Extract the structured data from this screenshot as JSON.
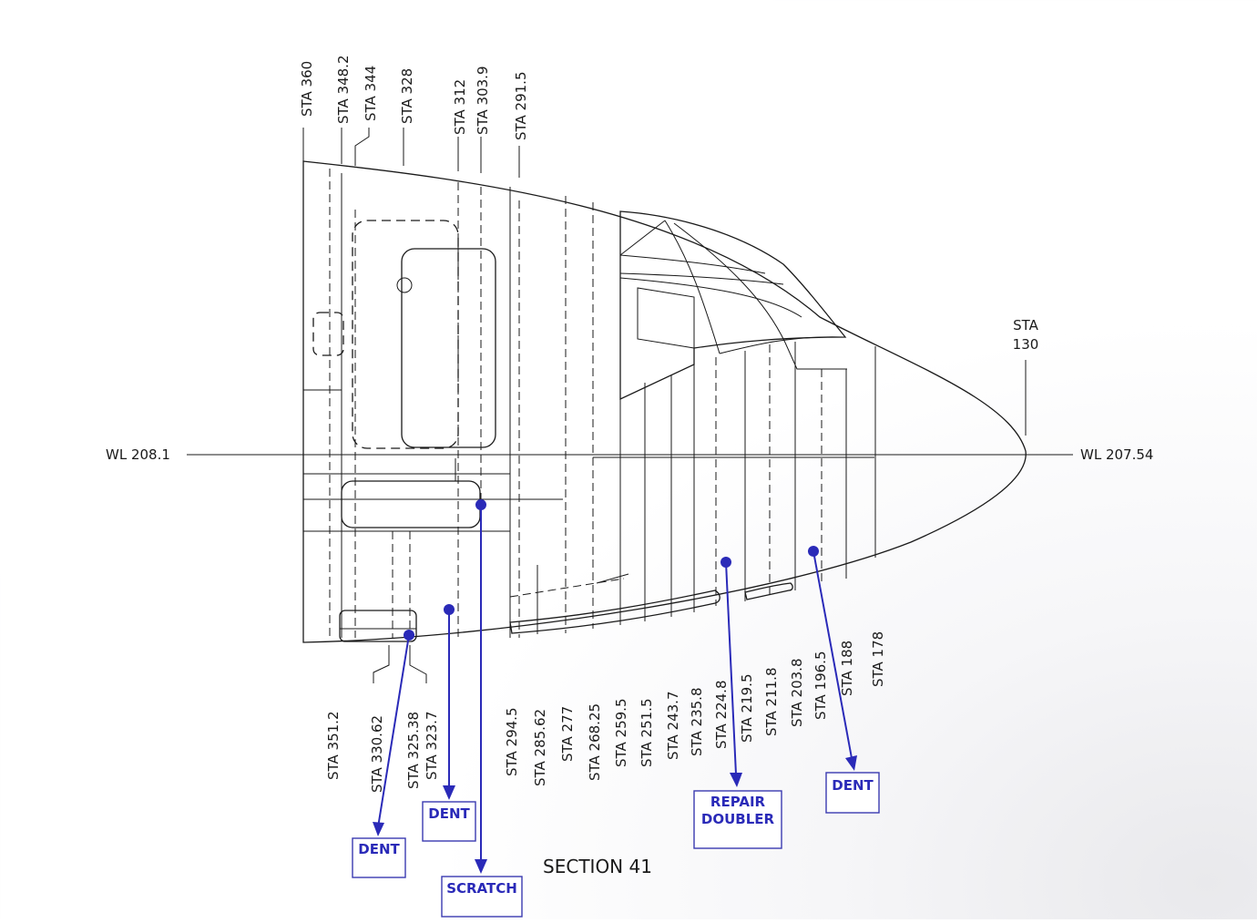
{
  "section_title": "SECTION 41",
  "waterlines": {
    "left": "WL 208.1",
    "right": "WL 207.54"
  },
  "nose_station": {
    "line1": "STA",
    "line2": "130"
  },
  "top_stations": [
    "STA  360",
    "STA  348.2",
    "STA  344",
    "STA  328",
    "STA  312",
    "STA  303.9",
    "STA  291.5"
  ],
  "bottom_stations": [
    "STA  351.2",
    "STA  330.62",
    "STA  325.38",
    "STA  323.7",
    "STA  294.5",
    "STA  285.62",
    "STA  277",
    "STA  268.25",
    "STA  259.5",
    "STA  251.5",
    "STA  243.7",
    "STA  235.8",
    "STA  224.8",
    "STA  219.5",
    "STA  211.8",
    "STA  203.8",
    "STA  196.5",
    "STA  188",
    "STA  178"
  ],
  "damage": [
    {
      "label": "DENT"
    },
    {
      "label": "DENT"
    },
    {
      "label": "SCRATCH"
    },
    {
      "line1": "REPAIR",
      "line2": "DOUBLER"
    },
    {
      "label": "DENT"
    }
  ],
  "colors": {
    "ink": "#1a1a1a",
    "annotation": "#2a2ab8"
  }
}
